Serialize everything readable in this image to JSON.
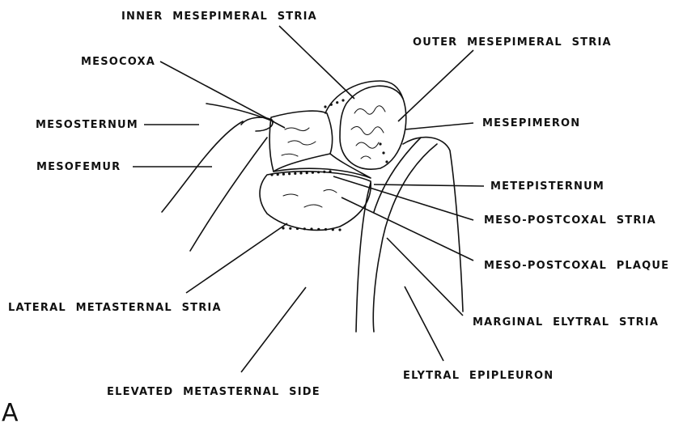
{
  "panel_letter": "A",
  "labels": {
    "inner_mesepimeral_stria": "INNER MESEPIMERAL STRIA",
    "outer_mesepimeral_stria": "OUTER MESEPIMERAL STRIA",
    "mesocoxa": "MESOCOXA",
    "mesosternum": "MESOSTERNUM",
    "mesepimeron": "MESEPIMERON",
    "mesofemur": "MESOFEMUR",
    "metepisternum": "METEPISTERNUM",
    "meso_postcoxal_stria": "MESO-POSTCOXAL STRIA",
    "meso_postcoxal_plaque": "MESO-POSTCOXAL PLAQUE",
    "lateral_metasternal_stria": "LATERAL METASTERNAL STRIA",
    "marginal_elytral_stria": "MARGINAL ELYTRAL STRIA",
    "elytral_epipleuron": "ELYTRAL EPIPLEURON",
    "elevated_metasternal_side": "ELEVATED METASTERNAL SIDE"
  }
}
